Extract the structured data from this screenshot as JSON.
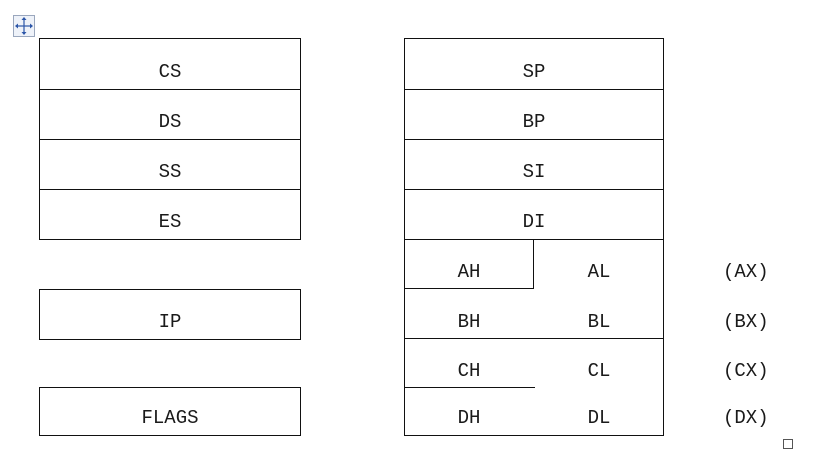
{
  "segment_registers": {
    "cs": "CS",
    "ds": "DS",
    "ss": "SS",
    "es": "ES"
  },
  "pointer_index_registers": {
    "sp": "SP",
    "bp": "BP",
    "si": "SI",
    "di": "DI"
  },
  "general_registers": {
    "ah": "AH",
    "al": "AL",
    "bh": "BH",
    "bl": "BL",
    "ch": "CH",
    "cl": "CL",
    "dh": "DH",
    "dl": "DL"
  },
  "pair_labels": {
    "ax": "(AX)",
    "bx": "(BX)",
    "cx": "(CX)",
    "dx": "(DX)"
  },
  "ip": {
    "label": "IP"
  },
  "flags": {
    "label": "FLAGS"
  },
  "icons": {
    "move_handle": "move-arrows-icon",
    "resize_handle": "resize-square-icon"
  }
}
